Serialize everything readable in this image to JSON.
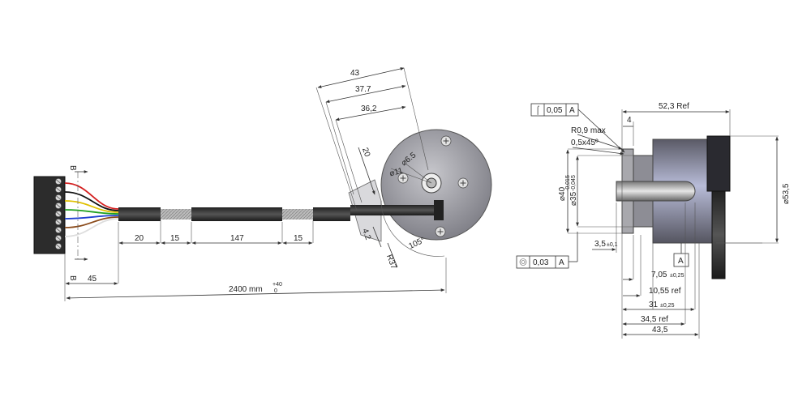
{
  "cable": {
    "dims": [
      "20",
      "15",
      "147",
      "15"
    ],
    "connector_dim": "45",
    "total_length": "2400 mm",
    "total_tol_plus": "+40",
    "total_tol_minus": "0",
    "section_mark": "B",
    "wire_colors": [
      "#d42020",
      "#111111",
      "#e0c000",
      "#20a020",
      "#2040d0",
      "#8a4a1a",
      "#dddddd"
    ]
  },
  "front_view": {
    "dims": [
      "43",
      "37.7",
      "36,2",
      "20",
      "4.2",
      "R37",
      "105°"
    ],
    "diameters": [
      "6.5",
      "11"
    ]
  },
  "side_view": {
    "flatness_sym": "⌠",
    "flatness_value": "0,05",
    "datum_ref": "A",
    "top_dim": "52,3 Ref",
    "flange_dim": "4",
    "radius": "R0,9 max",
    "chamfer": "0,5x45º",
    "dia_40": "40",
    "dia_35": "35",
    "dia_35_tol_upper": "-0,015",
    "dia_35_tol_lower": "-0,045",
    "dia_535": "53,5",
    "concentricity_value": "0,03",
    "datum_label": "A",
    "dim_35": "3,5",
    "dim_35_tol": "±0,1",
    "dim_705": "7,05",
    "dim_705_tol": "±0,25",
    "dim_1055": "10,55 ref",
    "dim_31": "31",
    "dim_31_tol": "±0,25",
    "dim_345": "34,5 ref",
    "dim_435": "43,5"
  }
}
